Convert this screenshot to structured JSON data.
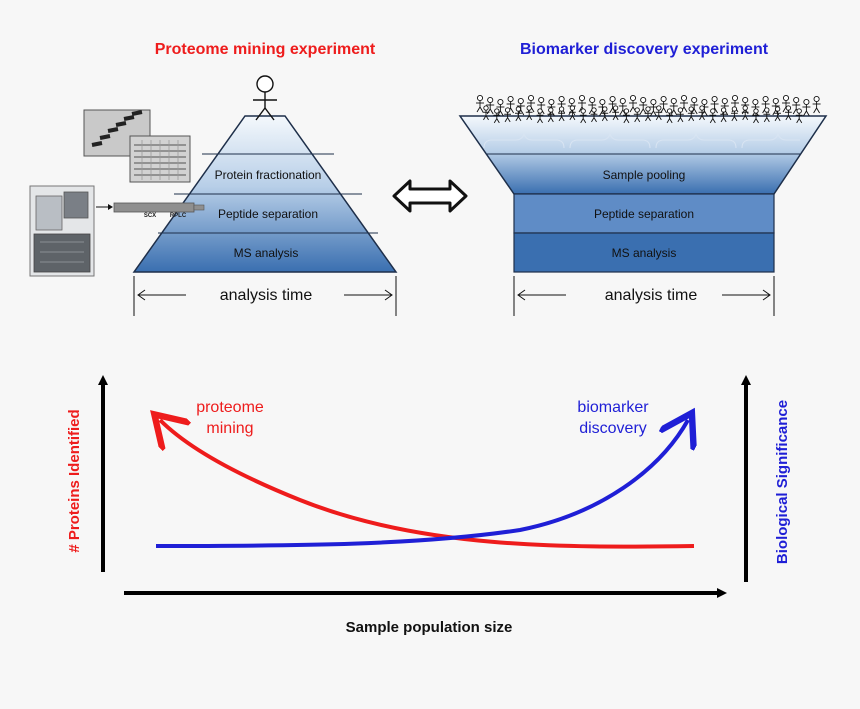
{
  "left_panel": {
    "title": "Proteome mining experiment",
    "layers": [
      "Protein fractionation",
      "Peptide separation",
      "MS analysis"
    ],
    "time_label": "analysis time",
    "instrument_labels": [
      "SCX",
      "RPLC"
    ]
  },
  "right_panel": {
    "title": "Biomarker discovery experiment",
    "layers": [
      "Sample pooling",
      "Peptide separation",
      "MS analysis"
    ],
    "time_label": "analysis time"
  },
  "plot": {
    "curve_red_label_line1": "proteome",
    "curve_red_label_line2": "mining",
    "curve_blue_label_line1": "biomarker",
    "curve_blue_label_line2": "discovery",
    "x_axis_label": "Sample population size",
    "y_left_label": "# Proteins Identified",
    "y_right_label": "Biological Significance"
  },
  "colors": {
    "red": "#ee1c1c",
    "blue": "#1f1fd6",
    "layer_dark": "#3a6fb0",
    "layer_light": "#dfe9f5"
  }
}
